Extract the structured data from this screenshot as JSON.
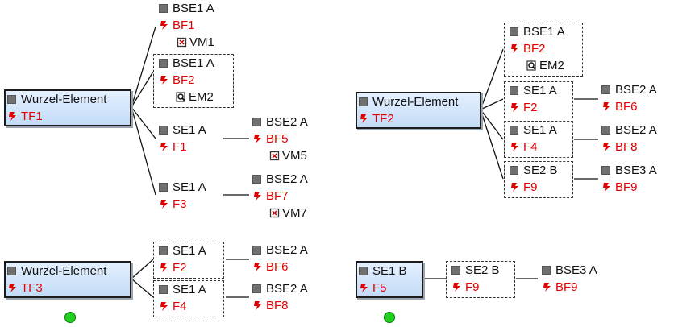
{
  "colors": {
    "accent": "#e00000",
    "root_fill": "#c9def6",
    "indicator": "#22d022"
  },
  "icons": {
    "element": "gray-square-icon",
    "fault": "red-lightning-icon",
    "measure_a": "x-box-icon",
    "measure_b": "magnifier-icon",
    "marker": "green-dot-icon"
  },
  "tree1": {
    "root": {
      "name": "Wurzel-Element",
      "code": "TF1"
    },
    "b1": {
      "name": "BSE1 A",
      "code": "BF1",
      "sub": "VM1"
    },
    "b2": {
      "name": "BSE1 A",
      "code": "BF2",
      "sub": "EM2"
    },
    "b3": {
      "name": "SE1 A",
      "code": "F1",
      "child": {
        "name": "BSE2 A",
        "code": "BF5",
        "sub": "VM5"
      }
    },
    "b4": {
      "name": "SE1 A",
      "code": "F3",
      "child": {
        "name": "BSE2 A",
        "code": "BF7",
        "sub": "VM7"
      }
    }
  },
  "tree2": {
    "root": {
      "name": "Wurzel-Element",
      "code": "TF2"
    },
    "b1": {
      "name": "BSE1 A",
      "code": "BF2",
      "sub": "EM2"
    },
    "b2": {
      "name": "SE1 A",
      "code": "F2",
      "child": {
        "name": "BSE2 A",
        "code": "BF6"
      }
    },
    "b3": {
      "name": "SE1 A",
      "code": "F4",
      "child": {
        "name": "BSE2 A",
        "code": "BF8"
      }
    },
    "b4": {
      "name": "SE2 B",
      "code": "F9",
      "child": {
        "name": "BSE3 A",
        "code": "BF9"
      }
    }
  },
  "tree3": {
    "root": {
      "name": "Wurzel-Element",
      "code": "TF3"
    },
    "b1": {
      "name": "SE1 A",
      "code": "F2",
      "child": {
        "name": "BSE2 A",
        "code": "BF6"
      }
    },
    "b2": {
      "name": "SE1 A",
      "code": "F4",
      "child": {
        "name": "BSE2 A",
        "code": "BF8"
      }
    }
  },
  "tree4": {
    "root": {
      "name": "SE1 B",
      "code": "F5"
    },
    "b1": {
      "name": "SE2 B",
      "code": "F9",
      "child": {
        "name": "BSE3 A",
        "code": "BF9"
      }
    }
  }
}
